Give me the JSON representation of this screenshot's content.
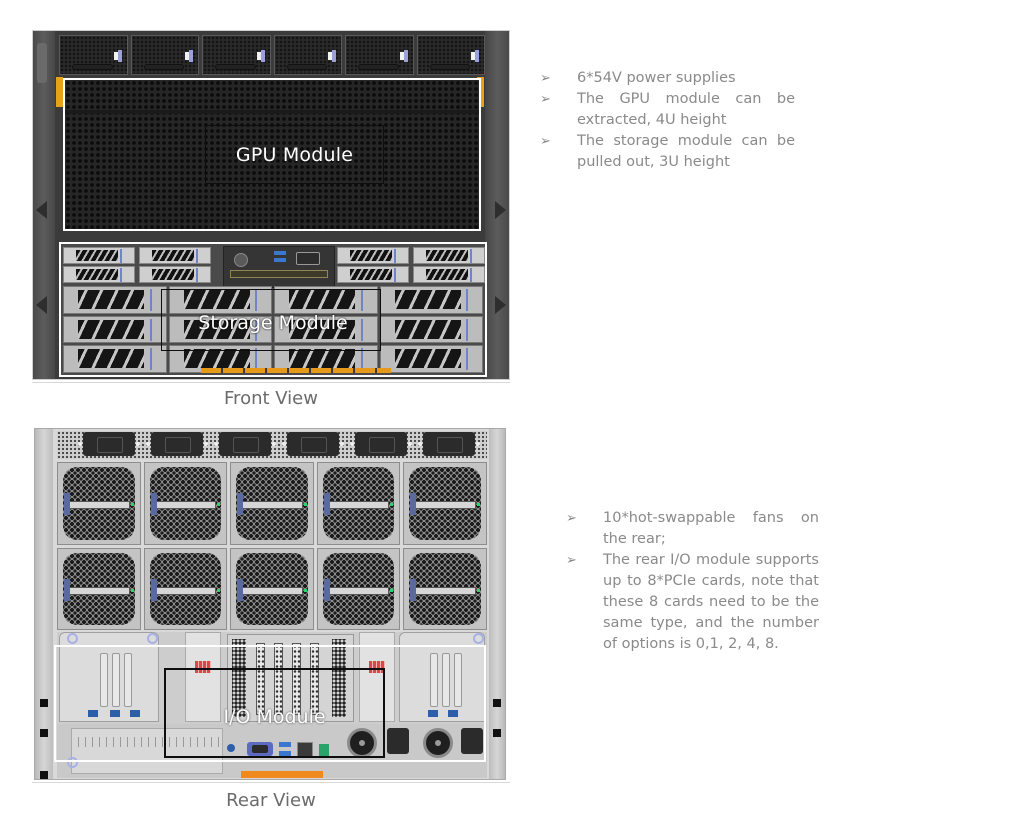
{
  "front_view": {
    "caption": "Front View",
    "gpu_module_label": "GPU Module",
    "storage_module_label": "Storage Module",
    "psu_count": 6,
    "drive_rows": 3,
    "drive_columns": 4,
    "small_drive_bays": 8
  },
  "rear_view": {
    "caption": "Rear View",
    "io_module_label": "I/O Module",
    "fan_count": 10,
    "ac_inlet_count": 6
  },
  "front_bullets": [
    {
      "icon": "arrow-bullet-icon",
      "text": "6*54V power supplies"
    },
    {
      "icon": "arrow-bullet-icon",
      "text": "The GPU module can be extracted, 4U height"
    },
    {
      "icon": "arrow-bullet-icon",
      "text": "The storage module can be pulled out, 3U height"
    }
  ],
  "rear_bullets": [
    {
      "icon": "arrow-bullet-icon",
      "text": "10*hot-swappable fans on the rear;"
    },
    {
      "icon": "arrow-bullet-icon",
      "text": "The rear I/O module supports up to 8*PCIe cards, note that these 8 cards need to be the same type, and the number of options is 0,1, 2, 4, 8."
    }
  ],
  "bullet_glyph": "➢",
  "colors": {
    "text_gray": "#8a8a8a",
    "caption_gray": "#6b6b6b",
    "chassis_dark": "#3b3b3b",
    "chassis_light": "#d9d9d9",
    "accent_orange": "#e8a21a",
    "latch_blue": "#7085c9",
    "fan_led_green": "#2bd36b"
  }
}
